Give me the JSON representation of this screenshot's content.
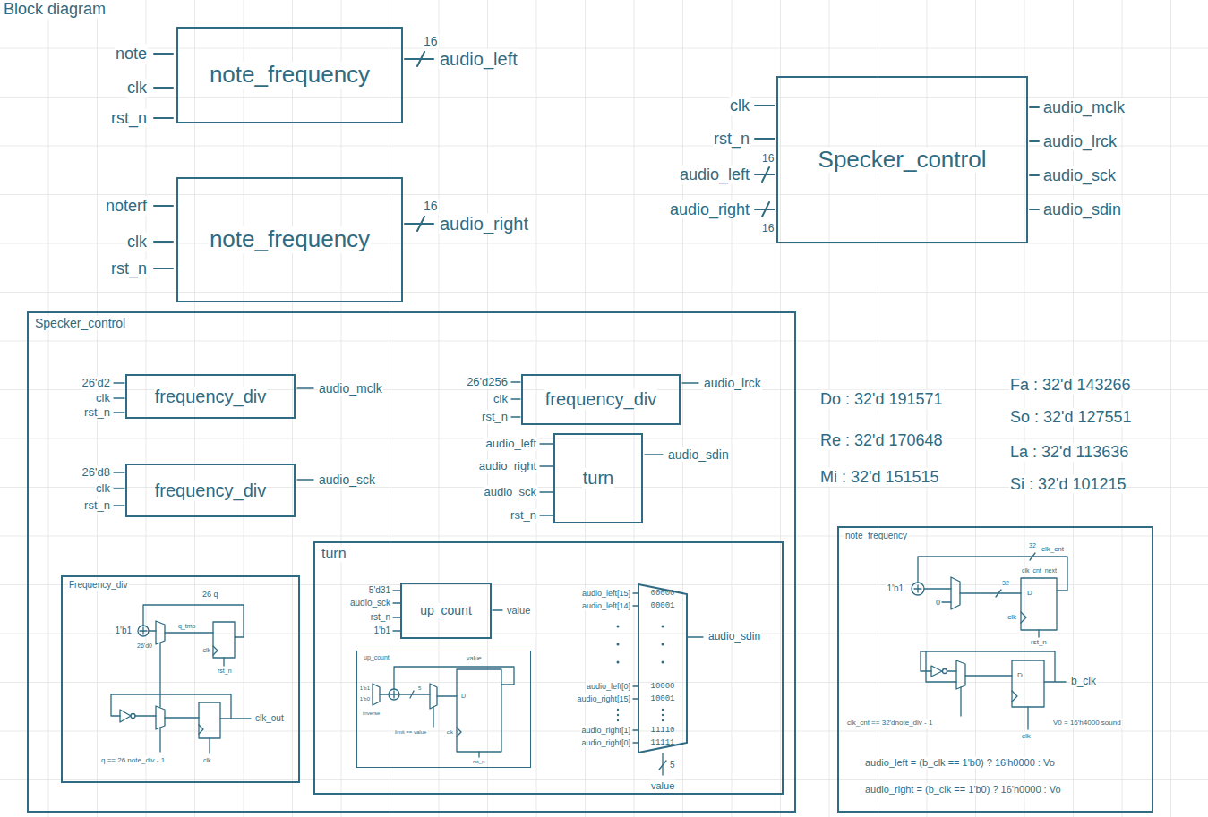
{
  "diagram": {
    "title": "Block diagram",
    "nodes": [
      {
        "text": [
          "note_frequency"
        ]
      },
      {
        "text": [
          "note_frequency"
        ]
      },
      {
        "text": [
          "Specker_control"
        ]
      },
      {
        "text": [
          "Specker_control"
        ]
      },
      {
        "text": [
          "frequency_div"
        ],
        "in": 3
      },
      {
        "text": [
          "frequency_div"
        ],
        "in": 3
      },
      {
        "text": [
          "frequency_div"
        ],
        "in": 3
      },
      {
        "text": [
          "turn"
        ],
        "in": 3
      },
      {
        "text": [
          "Frequency_div"
        ],
        "in": 3
      },
      {
        "text": [
          "turn"
        ],
        "in": 3
      },
      {
        "text": [
          "up_count"
        ],
        "in": 9
      },
      {
        "text": [
          "up_count"
        ],
        "in": 9
      },
      {
        "text": [
          "00000",
          "00001",
          "10000",
          "10001",
          "11110",
          "11111"
        ],
        "in": 9
      },
      {
        "text": [
          "note_frequency"
        ]
      }
    ],
    "labels": [
      "note",
      "clk",
      "rst_n",
      "16",
      "audio_left",
      "noterf",
      "clk",
      "rst_n",
      "16",
      "audio_right",
      "clk",
      "rst_n",
      "audio_left",
      "16",
      "audio_right",
      "16",
      "audio_mclk",
      "audio_lrck",
      "audio_sck",
      "audio_sdin",
      "Do : 32'd 191571",
      "Re : 32'd 170648",
      "Mi : 32'd 151515",
      "Fa : 32'd 143266",
      "So : 32'd 127551",
      "La : 32'd 113636",
      "Si : 32'd 101215",
      "26'd2",
      "clk",
      "rst_n",
      "audio_mclk",
      "26'd8",
      "clk",
      "rst_n",
      "audio_sck",
      "26'd256",
      "clk",
      "rst_n",
      "audio_lrck",
      "audio_left",
      "audio_right",
      "audio_sck",
      "rst_n",
      "audio_sdin",
      "26 q",
      "1'b1",
      "26'd0",
      "q_tmp",
      "clk",
      "rst_n",
      "clk_out",
      "q == 26 note_div - 1",
      "clk",
      "5'd31",
      "audio_sck",
      "rst_n",
      "1'b1",
      "value",
      "value",
      "1'b1",
      "1'b0",
      "inverse",
      "5",
      "D",
      "limit == value",
      "clk",
      "rst_n",
      "audio_left[15]",
      "audio_left[14]",
      "audio_left[0]",
      "audio_right[15]",
      "audio_right[1]",
      "audio_right[0]",
      "audio_sdin",
      "5",
      "value",
      "32",
      "clk_cnt",
      "clk_cnt_next",
      "1'b1",
      "0",
      "32",
      "D",
      "clk",
      "rst_n",
      "b_clk",
      "D",
      "clk_cnt == 32'dnote_div - 1",
      "clk",
      "V0 = 16'h4000 sound",
      "audio_left = (b_clk == 1'b0) ? 16'h0000 : Vo",
      "audio_right = (b_clk == 1'b0) ? 16'h0000 : Vo"
    ]
  }
}
